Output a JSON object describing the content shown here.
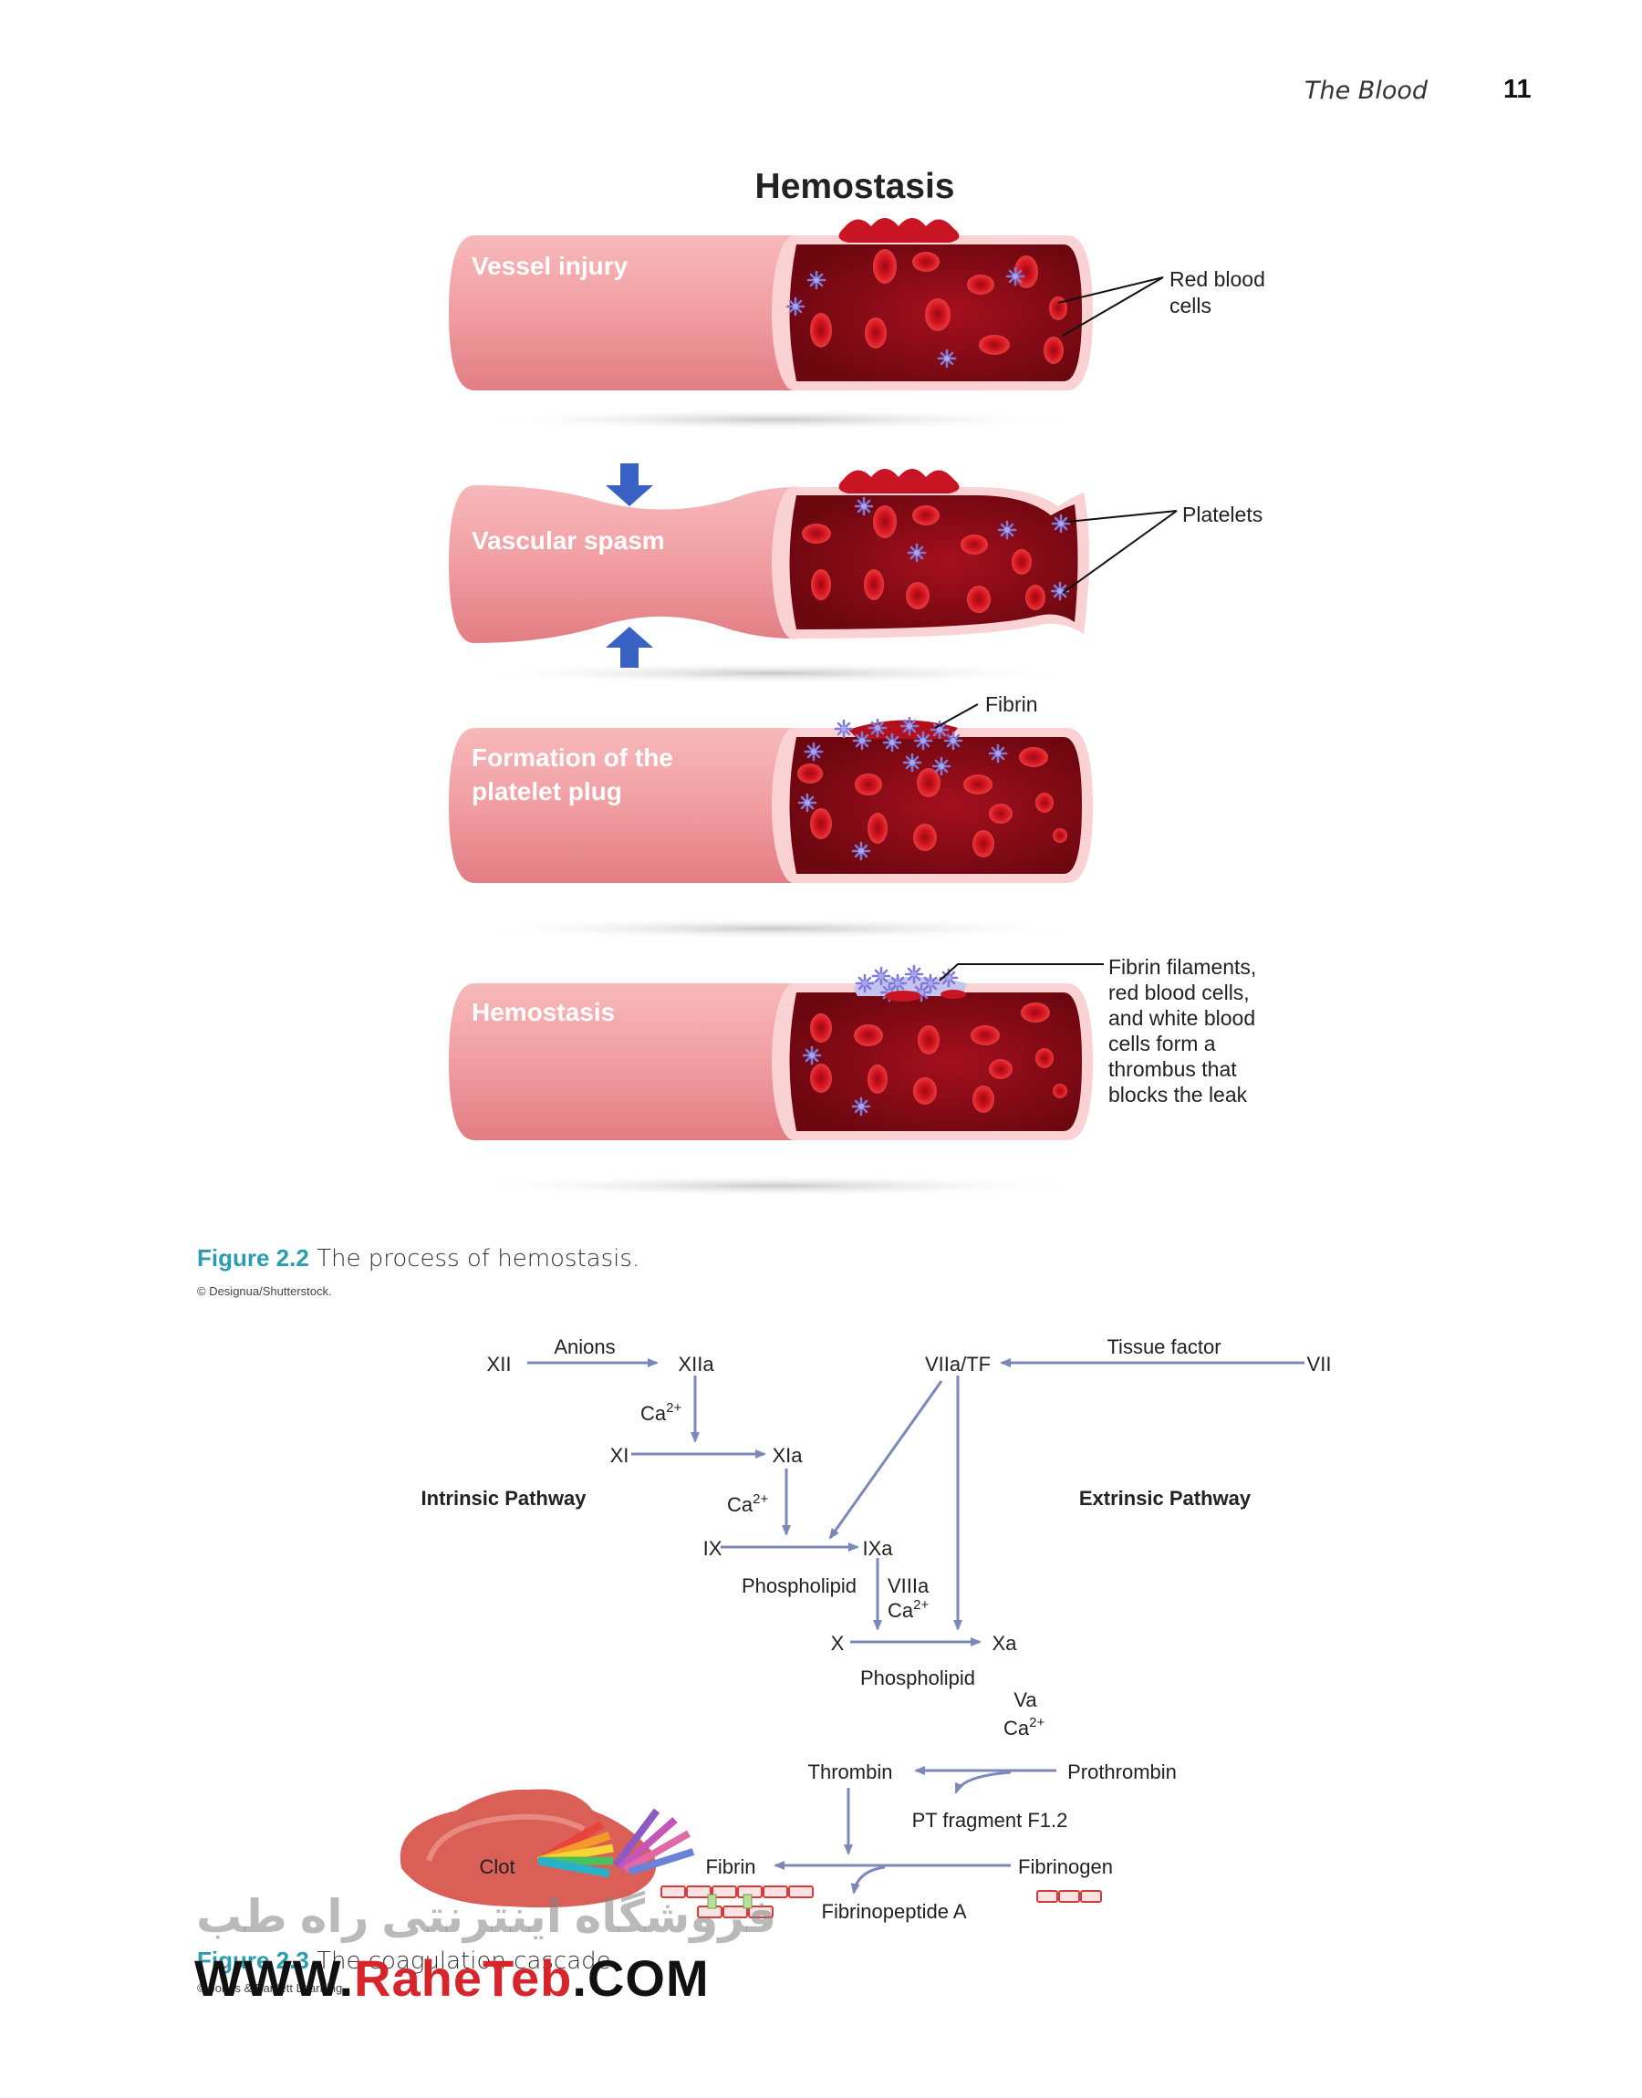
{
  "header": {
    "running_title": "The Blood",
    "page_number": "11"
  },
  "figure_2_2": {
    "title": "Hemostasis",
    "stages": [
      "Vessel injury",
      "Vascular spasm",
      "Formation of the platelet plug",
      "Hemostasis"
    ],
    "callouts": {
      "rbc": [
        "Red blood",
        "cells"
      ],
      "platelets": "Platelets",
      "fibrin": "Fibrin",
      "thrombus": [
        "Fibrin filaments,",
        "red blood cells,",
        "and white blood",
        "cells form a",
        "thrombus that",
        "blocks the leak"
      ]
    },
    "caption_label": "Figure 2.2",
    "caption_text": " The process of hemostasis.",
    "credit": "© Designua/Shutterstock."
  },
  "figure_2_3": {
    "nodes": {
      "xii": "XII",
      "xiia": "XIIa",
      "anions": "Anions",
      "ca_1": "Ca2+",
      "xi": "XI",
      "xia": "XIa",
      "intrinsic": "Intrinsic Pathway",
      "ca_2": "Ca2+",
      "ix": "IX",
      "ixa": "IXa",
      "phospholipid_1": "Phospholipid",
      "viiia": "VIIIa",
      "ca_3": "Ca2+",
      "x": "X",
      "xa": "Xa",
      "phospholipid_2": "Phospholipid",
      "va": "Va",
      "ca_4": "Ca2+",
      "viia_tf": "VIIa/TF",
      "tissue_factor": "Tissue factor",
      "vii": "VII",
      "extrinsic": "Extrinsic Pathway",
      "thrombin": "Thrombin",
      "prothrombin": "Prothrombin",
      "pt_fragment": "PT fragment F1.2",
      "clot": "Clot",
      "fibrin": "Fibrin",
      "fibrinogen": "Fibrinogen",
      "fibrinopeptide": "Fibrinopeptide A"
    },
    "caption_label": "Figure 2.3",
    "caption_text": " The coagulation cascade.",
    "credit": "© Jones & Bartlett Learning."
  },
  "watermark": {
    "persian": "فروشگاه اینترنتی راه طب",
    "url_pre": "WWW.",
    "url_brand": "RaheTeb",
    "url_post": ".COM"
  },
  "colors": {
    "arrow": "#7b89b8",
    "vessel_outer": "#f3a5a8",
    "blood": "#8e0a14",
    "platelet": "#7e7ad9",
    "caption_accent": "#2b9db0"
  }
}
